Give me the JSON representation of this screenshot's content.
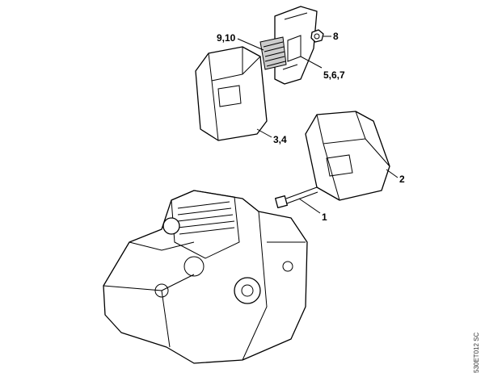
{
  "callouts": {
    "screen": "9,10",
    "nut": "8",
    "cover_plate": "5,6,7",
    "muffler_rear": "3,4",
    "muffler_front": "2",
    "bolt": "1"
  },
  "drawing_code": "530ET012 SC"
}
